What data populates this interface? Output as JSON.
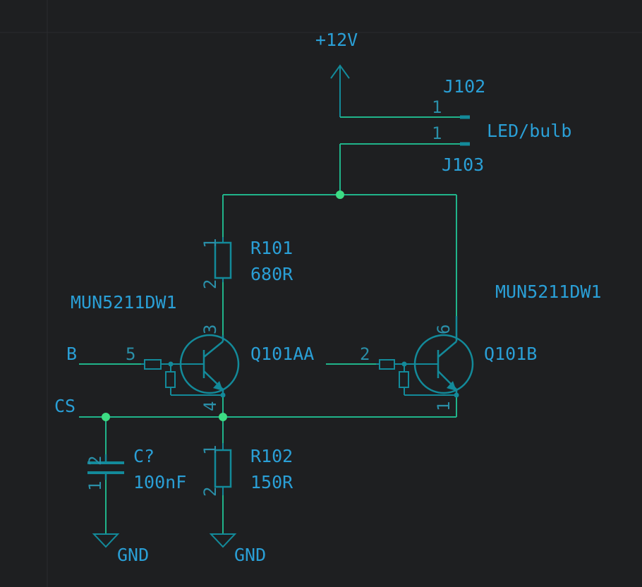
{
  "colors": {
    "background": "#1e1f21",
    "wire": "#20b48a",
    "symbol": "#138a9a",
    "label": "#2a9fd6",
    "junction": "#3ddc84"
  },
  "power": {
    "vcc": "+12V"
  },
  "connectors": {
    "j102": {
      "ref": "J102",
      "pin": "1"
    },
    "j103": {
      "ref": "J103",
      "pin": "1"
    },
    "value": "LED/bulb"
  },
  "resistors": {
    "r101": {
      "ref": "R101",
      "value": "680R",
      "pin_top": "1",
      "pin_bottom": "2"
    },
    "r102": {
      "ref": "R102",
      "value": "150R",
      "pin_top": "1",
      "pin_bottom": "2"
    }
  },
  "capacitor": {
    "ref": "C?",
    "value": "100nF",
    "pin_top": "2",
    "pin_bottom": "1"
  },
  "transistors": {
    "qa": {
      "ref": "Q101AA",
      "value": "MUN5211DW1",
      "pin_base": "5",
      "pin_collector": "3",
      "pin_emitter": "4"
    },
    "qb": {
      "ref": "Q101B",
      "value": "MUN5211DW1",
      "pin_base": "2",
      "pin_collector": "6",
      "pin_emitter": "1"
    }
  },
  "nets": {
    "b": "B",
    "cs": "CS"
  },
  "ground": {
    "gnd1": "GND",
    "gnd2": "GND"
  }
}
